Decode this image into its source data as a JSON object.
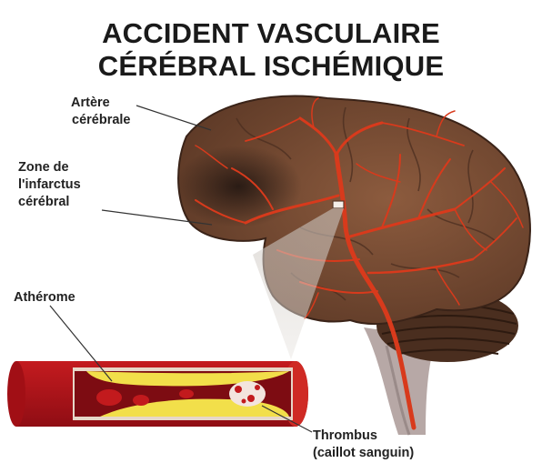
{
  "title": {
    "line1": "ACCIDENT VASCULAIRE",
    "line2": "CÉRÉBRAL ISCHÉMIQUE"
  },
  "labels": {
    "artery": [
      "Artère",
      "cérébrale"
    ],
    "infarct": [
      "Zone de",
      "l'infarctus",
      "cérébral"
    ],
    "atheroma": "Athérome",
    "thrombus": [
      "Thrombus",
      "(caillot sanguin)"
    ]
  },
  "colors": {
    "brain": "#7a4d34",
    "infarct_shadow": "#2e1f17",
    "vessel": "#d83a1c",
    "artery_wall": "#b31219",
    "plaque": "#f2df4a",
    "brainstem": "#b9aaa8"
  }
}
